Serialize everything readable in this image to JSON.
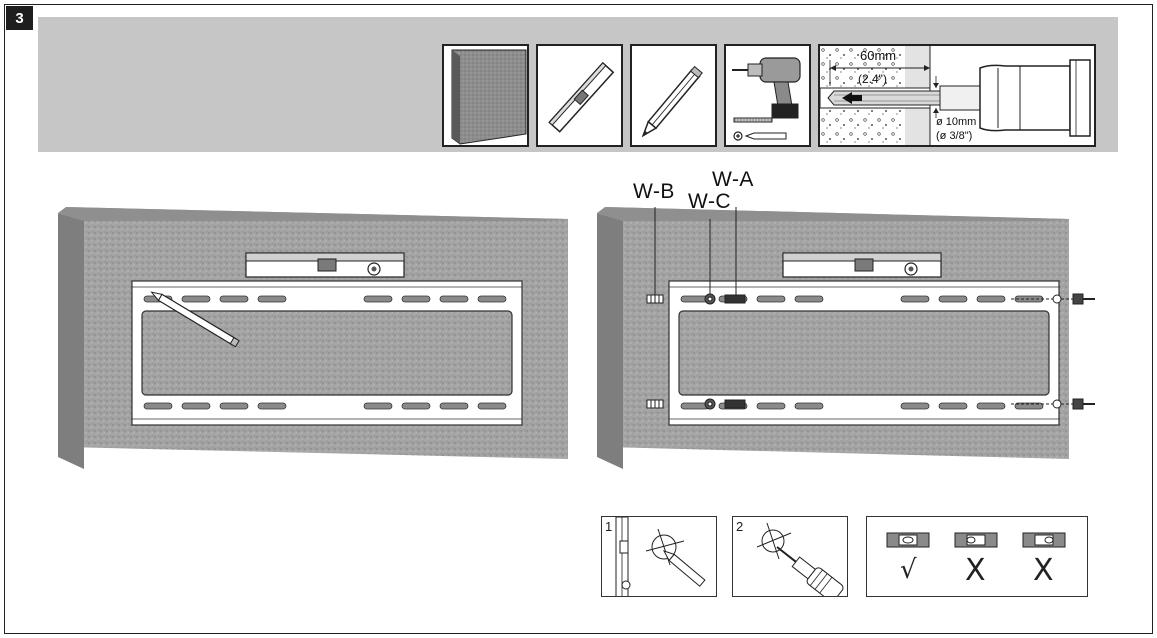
{
  "step": {
    "number": "3"
  },
  "drill_spec": {
    "depth_metric": "60mm",
    "depth_imperial": "(2.4\")",
    "diameter_metric": "ø 10mm",
    "diameter_imperial": "(ø 3/8\")"
  },
  "wall_labels": {
    "w_b": "W-B",
    "w_c": "W-C",
    "w_a": "W-A"
  },
  "sub_steps": [
    {
      "number": "1"
    },
    {
      "number": "2"
    }
  ],
  "level_checks": [
    {
      "result": "√"
    },
    {
      "result": "X"
    },
    {
      "result": "X"
    }
  ],
  "colors": {
    "band": "#c6c6c6",
    "wall": "#9a9a9a",
    "wall_side": "#7a7a7a",
    "bracket": "#ffffff",
    "dark": "#222222"
  }
}
